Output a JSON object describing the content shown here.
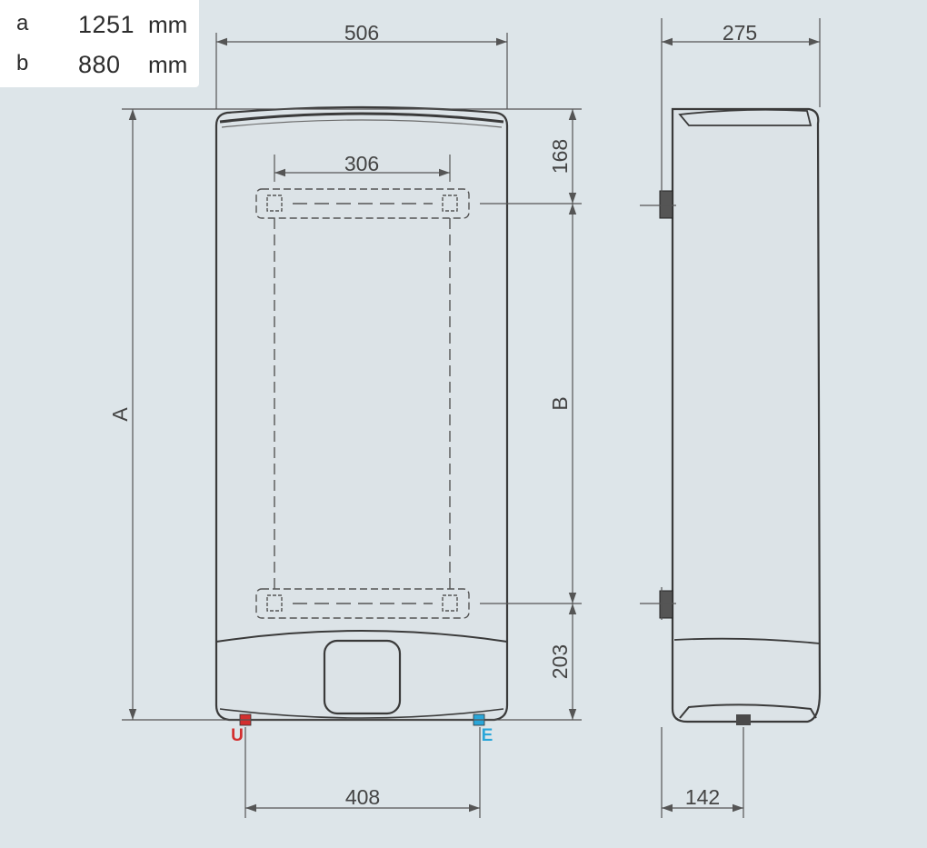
{
  "spec_table": [
    {
      "letter": "a",
      "value": "1251",
      "unit": "mm"
    },
    {
      "letter": "b",
      "value": "880",
      "unit": "mm"
    }
  ],
  "dimensions": {
    "front_width": "506",
    "bracket_spacing": "306",
    "pipe_spacing": "408",
    "side_depth": "275",
    "side_pipe_offset": "142",
    "top_to_bracket": "168",
    "bottom_to_bracket": "203",
    "height_label": "A",
    "bracket_height_label": "B"
  },
  "connections": {
    "hot_label": "U",
    "cold_label": "E",
    "hot_color": "#d32f2f",
    "cold_color": "#29a6d9"
  }
}
